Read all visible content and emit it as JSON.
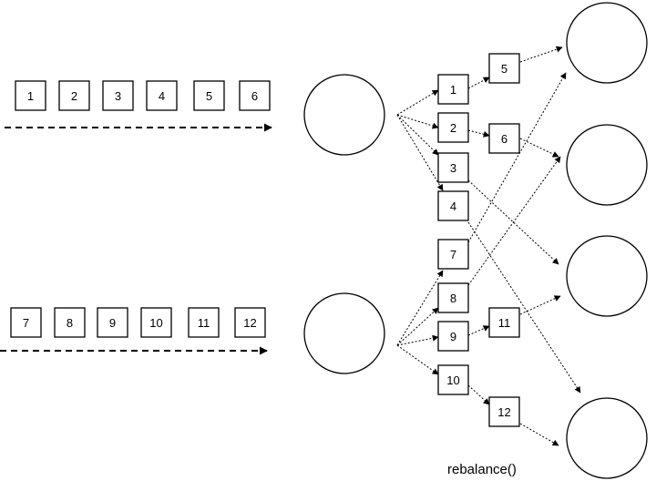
{
  "diagram": {
    "stream_top_items": [
      "1",
      "2",
      "3",
      "4",
      "5",
      "6"
    ],
    "stream_bottom_items": [
      "7",
      "8",
      "9",
      "10",
      "11",
      "12"
    ],
    "partition_items": [
      "1",
      "2",
      "3",
      "4",
      "5",
      "6",
      "7",
      "8",
      "9",
      "10",
      "11",
      "12"
    ],
    "caption": "rebalance()",
    "source_nodes": 2,
    "target_nodes": 4
  }
}
